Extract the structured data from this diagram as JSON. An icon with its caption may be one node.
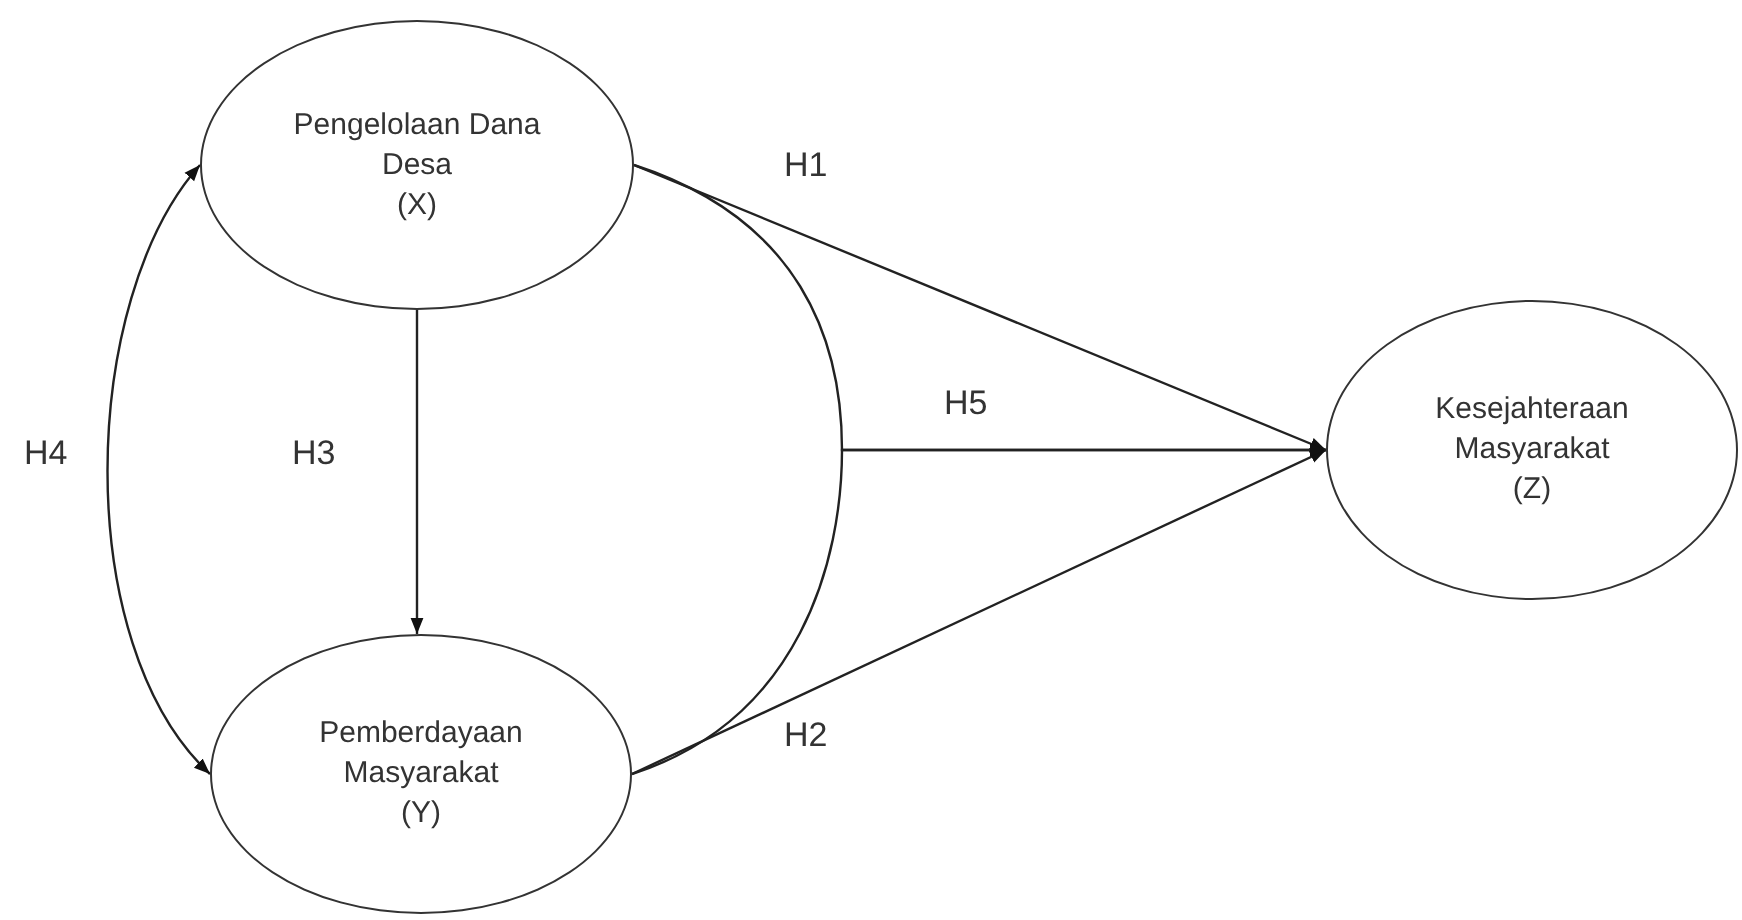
{
  "diagram": {
    "nodes": [
      {
        "text": [
          "Pengelolaan Dana Desa",
          "(X)"
        ]
      },
      {
        "text": [
          "Pemberdayaan Masyarakat",
          "(Y)"
        ]
      },
      {
        "text": [
          "Kesejahteraan Masyarakat",
          "(Z)"
        ]
      }
    ],
    "edges": [
      {
        "from": 0,
        "to": 2,
        "arrow": "to",
        "label": "H1"
      },
      {
        "from": 1,
        "to": 2,
        "arrow": "to",
        "label": "H2"
      },
      {
        "from": 0,
        "to": 1,
        "arrow": "to",
        "label": "H3"
      },
      {
        "from": 0,
        "to": 1,
        "arrow": "both",
        "label": "H4"
      },
      {
        "from": 0,
        "to": 2,
        "arrow": "to",
        "label": "H5"
      },
      {
        "from": 1,
        "to": 2,
        "arrow": "to"
      }
    ]
  }
}
